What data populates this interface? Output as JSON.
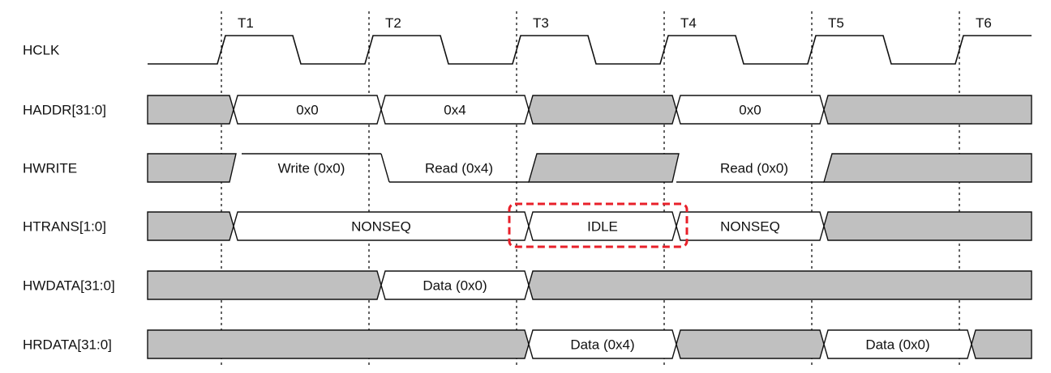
{
  "diagram": {
    "type": "timing",
    "clock_markers": [
      "T1",
      "T2",
      "T3",
      "T4",
      "T5",
      "T6"
    ],
    "colors": {
      "undefined_fill": "#c0c0c0",
      "line": "#111111",
      "highlight": "#e8202a"
    },
    "signals": [
      {
        "name": "HCLK",
        "kind": "clock"
      },
      {
        "name": "HADDR[31:0]",
        "kind": "bus",
        "segments": [
          {
            "start": 0.5,
            "end": 1,
            "valid": false,
            "value": ""
          },
          {
            "start": 1,
            "end": 2,
            "valid": true,
            "value": "0x0"
          },
          {
            "start": 2,
            "end": 3,
            "valid": true,
            "value": "0x4"
          },
          {
            "start": 3,
            "end": 4,
            "valid": false,
            "value": ""
          },
          {
            "start": 4,
            "end": 5,
            "valid": true,
            "value": "0x0"
          },
          {
            "start": 5,
            "end": 6.5,
            "valid": false,
            "value": ""
          }
        ]
      },
      {
        "name": "HWRITE",
        "kind": "level",
        "segments": [
          {
            "start": 0.5,
            "end": 1,
            "level": "x",
            "value": ""
          },
          {
            "start": 1,
            "end": 2,
            "level": "high",
            "value": "Write (0x0)"
          },
          {
            "start": 2,
            "end": 3,
            "level": "low",
            "value": "Read (0x4)"
          },
          {
            "start": 3,
            "end": 4,
            "level": "x",
            "value": ""
          },
          {
            "start": 4,
            "end": 5,
            "level": "low",
            "value": "Read (0x0)"
          },
          {
            "start": 5,
            "end": 6.5,
            "level": "x",
            "value": ""
          }
        ]
      },
      {
        "name": "HTRANS[1:0]",
        "kind": "bus",
        "segments": [
          {
            "start": 0.5,
            "end": 1,
            "valid": false,
            "value": ""
          },
          {
            "start": 1,
            "end": 3,
            "valid": true,
            "value": "NONSEQ"
          },
          {
            "start": 3,
            "end": 4,
            "valid": true,
            "value": "IDLE",
            "highlighted": true
          },
          {
            "start": 4,
            "end": 5,
            "valid": true,
            "value": "NONSEQ"
          },
          {
            "start": 5,
            "end": 6.5,
            "valid": false,
            "value": ""
          }
        ]
      },
      {
        "name": "HWDATA[31:0]",
        "kind": "bus",
        "segments": [
          {
            "start": 0.5,
            "end": 2,
            "valid": false,
            "value": ""
          },
          {
            "start": 2,
            "end": 3,
            "valid": true,
            "value": "Data (0x0)"
          },
          {
            "start": 3,
            "end": 6.5,
            "valid": false,
            "value": ""
          }
        ]
      },
      {
        "name": "HRDATA[31:0]",
        "kind": "bus",
        "segments": [
          {
            "start": 0.5,
            "end": 3,
            "valid": false,
            "value": ""
          },
          {
            "start": 3,
            "end": 4,
            "valid": true,
            "value": "Data (0x4)"
          },
          {
            "start": 4,
            "end": 5,
            "valid": false,
            "value": ""
          },
          {
            "start": 5,
            "end": 6,
            "valid": true,
            "value": "Data (0x0)"
          },
          {
            "start": 6,
            "end": 6.5,
            "valid": false,
            "value": ""
          }
        ]
      }
    ]
  }
}
